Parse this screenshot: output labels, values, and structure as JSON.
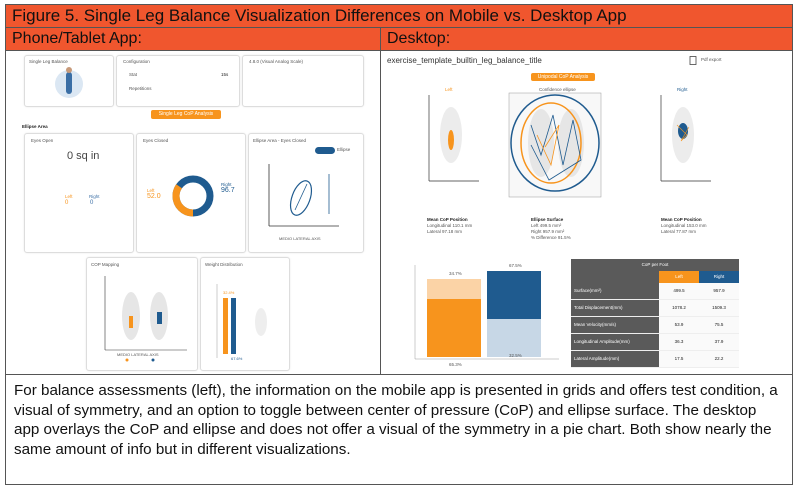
{
  "figure": {
    "title": "Figure 5. Single Leg Balance Visualization Differences on Mobile vs. Desktop App",
    "left_header": "Phone/Tablet App:",
    "right_header": "Desktop:",
    "caption": "For balance assessments (left), the information on the mobile app is presented in grids and offers test condition, a visual of symmetry, and an option to toggle between center of pressure (CoP) and ellipse surface. The desktop app overlays the CoP and ellipse and does not offer a visual of the symmetry in a pie chart. Both show nearly the same amount of info but in different visualizations."
  },
  "mobile": {
    "card1_title": "Single Leg Balance",
    "config_title": "Configuration",
    "config_row1": "Stat",
    "config_row1_val": "15s",
    "config_row2": "Repetitions",
    "visual_title": "4.8.0 (Visual Analog Scale)",
    "analysis_button": "Single Leg CoP Analysis",
    "ellipse_area": "Ellipse Area",
    "eyes_open": "Eyes Open",
    "eyes_open_value": "0 sq in",
    "eyes_closed": "Eyes Closed",
    "left_label": "Left",
    "right_label": "Right",
    "left_value": "52.0",
    "right_value": "96.7",
    "zero": "0",
    "ellipse_eyes_closed": "Ellipse Area - Eyes Closed",
    "toggle_label": "Ellipse",
    "axis_label": "MEDIO LATERAL AXIS",
    "cop_mapping": "COP Mapping",
    "weight_distribution": "Weight Distribution",
    "pct1": "32.4%",
    "pct2": "67.6%"
  },
  "desktop": {
    "file_title": "exercise_template_builtin_leg_balance_title",
    "export_label": "Pdf export",
    "analysis_button": "Unipodal CoP Analysis",
    "left_chart_title": "Left",
    "center_chart_title": "Confidence ellipse",
    "right_chart_title": "Right",
    "col1_h": "Mean CoP Position",
    "col1_l1": "Longitudinal 110.1 mm",
    "col1_l2": "Lateral 97.18 mm",
    "col2_h": "Ellipse Surface",
    "col2_l1": "Left 499.5 mm²",
    "col2_l2": "Right 957.9 mm²",
    "col2_l3": "% Difference 91.5%",
    "col3_h": "Mean CoP Position",
    "col3_l1": "Longitudinal 153.0 mm",
    "col3_l2": "Lateral 77.87 mm",
    "bar_top_left": "34.7%",
    "bar_top_right": "67.5%",
    "bar_bottom_left": "65.3%",
    "bar_bottom_right": "32.5%",
    "table_title": "CoP per Foot",
    "table_head_left": "Left",
    "table_head_right": "Right",
    "table_rows": [
      {
        "label": "Surface(mm²)",
        "left": "499.5",
        "right": "957.9"
      },
      {
        "label": "Total Displacement(mm)",
        "left": "1078.2",
        "right": "1509.3"
      },
      {
        "label": "Mean Velocity(mm/s)",
        "left": "53.9",
        "right": "75.5"
      },
      {
        "label": "Longitudinal Amplitude(mm)",
        "left": "36.3",
        "right": "37.9"
      },
      {
        "label": "Lateral Amplitude(mm)",
        "left": "17.5",
        "right": "22.2"
      }
    ]
  }
}
